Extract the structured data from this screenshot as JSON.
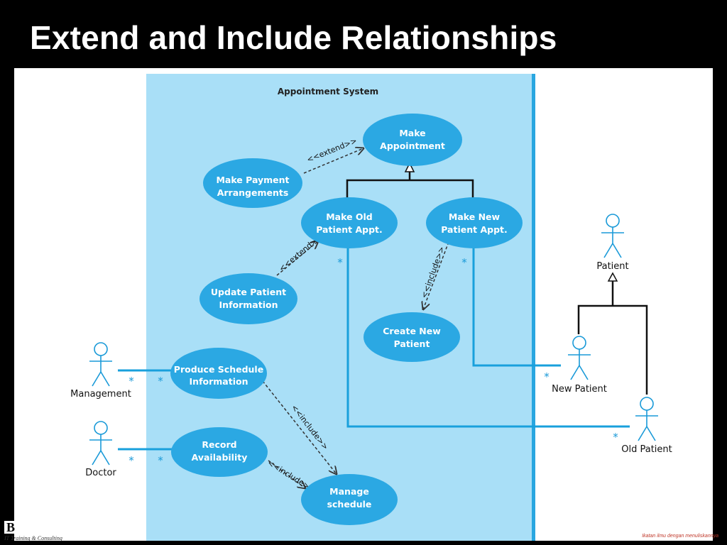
{
  "slide": {
    "title": "Extend and Include Relationships"
  },
  "diagram": {
    "system_name": "Appointment System",
    "use_cases": {
      "make_appointment": [
        "Make",
        "Appointment"
      ],
      "make_payment": [
        "Make Payment",
        "Arrangements"
      ],
      "make_old": [
        "Make Old",
        "Patient Appt."
      ],
      "make_new": [
        "Make New",
        "Patient Appt."
      ],
      "update_patient": [
        "Update Patient",
        "Information"
      ],
      "create_new": [
        "Create New",
        "Patient"
      ],
      "produce_schedule": [
        "Produce Schedule",
        "Information"
      ],
      "record_availability": [
        "Record",
        "Availability"
      ],
      "manage_schedule": [
        "Manage",
        "schedule"
      ]
    },
    "actors": {
      "management": "Management",
      "doctor": "Doctor",
      "patient": "Patient",
      "new_patient": "New Patient",
      "old_patient": "Old Patient"
    },
    "relations": {
      "extend_payment": "<<extend>>",
      "extend_update": "<<extend>>",
      "include_create": "<<include>>",
      "include_produce": "<<include>>",
      "include_record": "<<include>>"
    },
    "multiplicity": "*"
  },
  "footer": {
    "logo_letter": "B",
    "logo_text": "IT Training & Consulting",
    "slogan": "Ikatan ilmu dengan menuliskannya"
  },
  "colors": {
    "system_fill": "#a9dff7",
    "use_case_fill": "#2ba8e3",
    "association_line": "#19a0dc"
  }
}
